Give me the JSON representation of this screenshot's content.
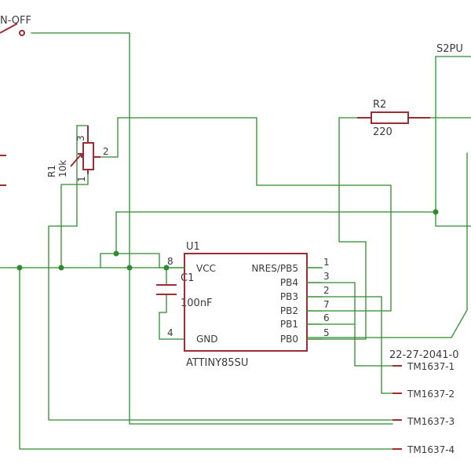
{
  "switch": {
    "label": "N-OFF"
  },
  "sw2": {
    "label": "S2PU"
  },
  "r1": {
    "name": "R1",
    "value": "10k",
    "pin1": "1",
    "pin2": "2",
    "pin3": "3"
  },
  "r2": {
    "name": "R2",
    "value": "220"
  },
  "c1": {
    "name": "C1",
    "value": "100nF"
  },
  "u1": {
    "name": "U1",
    "part": "ATTINY85SU",
    "left_pins": [
      {
        "label": "VCC",
        "num": "8"
      },
      {
        "label": "GND",
        "num": "4"
      }
    ],
    "right_pins": [
      {
        "label": "NRES/PB5",
        "num": "1"
      },
      {
        "label": "PB4",
        "num": "3"
      },
      {
        "label": "PB3",
        "num": "2"
      },
      {
        "label": "PB2",
        "num": "7"
      },
      {
        "label": "PB1",
        "num": "6"
      },
      {
        "label": "PB0",
        "num": "5"
      }
    ]
  },
  "connector": {
    "label": "22-27-2041-0",
    "pins": [
      "TM1637-1",
      "TM1637-2",
      "TM1637-3",
      "TM1637-4"
    ]
  },
  "colors": {
    "wire": "#2e8b2e",
    "part": "#9b2d34",
    "text": "#3a3a3a"
  }
}
